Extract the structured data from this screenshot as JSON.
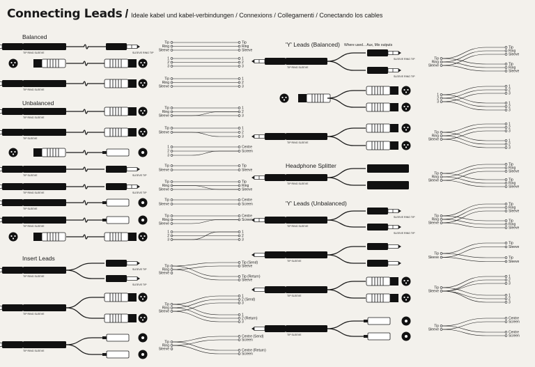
{
  "header": {
    "title": "Connecting Leads",
    "separator": "/",
    "subtitle": "Ideale kabel und kabel-verbindungen / Connexions / Collegamenti / Conectando los cables"
  },
  "sections": {
    "balanced": "Balanced",
    "unbalanced": "Unbalanced",
    "insert": "Insert Leads",
    "y_balanced": "'Y' Leads (Balanced)",
    "y_note": "Where used... Aux, Mix outputs",
    "headphone": "Headphone Splitter",
    "y_unbalanced": "'Y' Leads (Unbalanced)"
  },
  "labels": {
    "tip": "Tip",
    "ring": "Ring",
    "sleeve": "Sleeve",
    "p1": "1",
    "p2": "2",
    "p3": "3",
    "centre": "Centre",
    "screen": "Screen",
    "tip_send": "Tip (Send)",
    "tip_return": "Tip (Return)",
    "p2_send": "2 (Send)",
    "p2_return": "2 (Return)",
    "centre_send": "Centre (Send)",
    "centre_return": "Centre (Return)",
    "jack_trs": "TIP RING SLEEVE",
    "jack_ts": "TIP SLEEVE",
    "jack_trs_rev": "SLEEVE RING TIP",
    "jack_ts_rev": "SLEEVE TIP"
  },
  "colors": {
    "ink": "#1a1a1a",
    "paper": "#f3f1ec",
    "plug": "#111111"
  }
}
